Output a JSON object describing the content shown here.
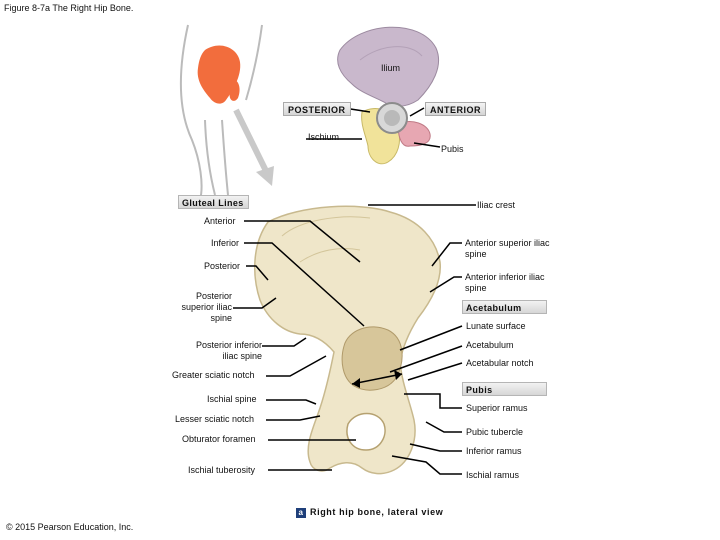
{
  "figure_title": "Figure 8-7a The Right Hip Bone.",
  "copyright": "© 2015 Pearson Education, Inc.",
  "orientation": {
    "ilium": "Ilium",
    "posterior": "POSTERIOR",
    "anterior": "ANTERIOR",
    "ischium": "Ischium",
    "pubis": "Pubis"
  },
  "gluteal": {
    "header": "Gluteal Lines",
    "anterior": "Anterior",
    "inferior": "Inferior",
    "posterior": "Posterior"
  },
  "left_labels": {
    "psis": "Posterior superior iliac spine",
    "piis": "Posterior inferior iliac spine",
    "greater_sciatic": "Greater sciatic notch",
    "ischial_spine": "Ischial spine",
    "lesser_sciatic": "Lesser sciatic notch",
    "obturator": "Obturator foramen",
    "ischial_tuberosity": "Ischial tuberosity"
  },
  "right_labels": {
    "iliac_crest": "Iliac crest",
    "asis": "Anterior superior iliac spine",
    "aiis": "Anterior inferior iliac spine",
    "acetabulum_header": "Acetabulum",
    "lunate": "Lunate surface",
    "acetabulum": "Acetabulum",
    "acetabular_notch": "Acetabular notch",
    "pubis_header": "Pubis",
    "superior_ramus": "Superior ramus",
    "pubic_tubercle": "Pubic tubercle",
    "inferior_ramus": "Inferior ramus",
    "ischial_ramus": "Ischial ramus"
  },
  "caption": {
    "badge": "a",
    "text": "Right hip bone, lateral view"
  },
  "colors": {
    "ilium": "#c9b8cc",
    "ischium": "#f1e39a",
    "pubis": "#e7a7b2",
    "bone": "#efe6c9",
    "highlight": "#f26d3d"
  }
}
